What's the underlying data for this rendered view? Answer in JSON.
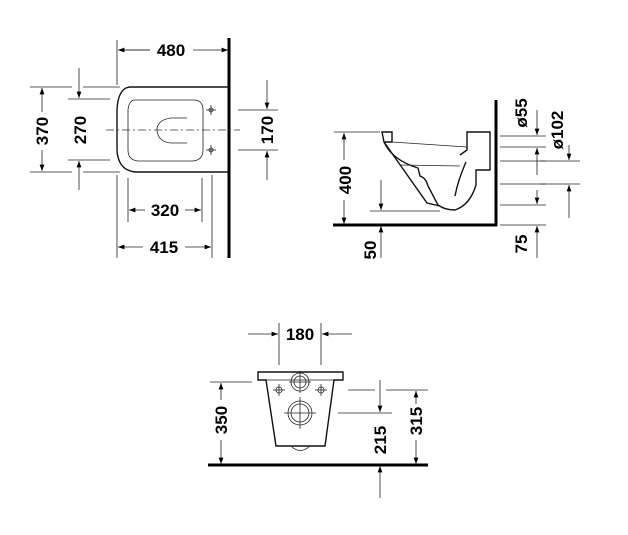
{
  "top_view": {
    "width_total": "480",
    "depth_total": "370",
    "seat_depth": "270",
    "fixing_spacing": "170",
    "seat_length": "320",
    "bowl_length": "415"
  },
  "side_view": {
    "height": "400",
    "bottom_offset": "50",
    "inlet_diameter": "ø55",
    "outlet_diameter": "ø102",
    "outlet_height": "75"
  },
  "front_view": {
    "fixing_width": "180",
    "height_total": "350",
    "outlet_height": "215",
    "fixing_height": "315"
  }
}
